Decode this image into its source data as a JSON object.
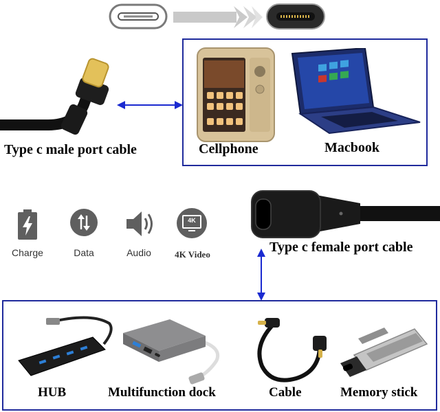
{
  "top_right_box": {
    "cellphone_label": "Cellphone",
    "macbook_label": "Macbook"
  },
  "male_cable": {
    "label": "Type c male port cable"
  },
  "female_cable": {
    "label": "Type c female port cable"
  },
  "features": [
    {
      "label": "Charge",
      "icon": "battery-charge-icon"
    },
    {
      "label": "Data",
      "icon": "data-transfer-icon"
    },
    {
      "label": "Audio",
      "icon": "speaker-icon"
    },
    {
      "label": "4K Video",
      "icon": "monitor-4k-icon",
      "badge": "4K"
    }
  ],
  "bottom_box": {
    "items": [
      {
        "label": "HUB"
      },
      {
        "label": "Multifunction dock"
      },
      {
        "label": "Cable"
      },
      {
        "label": "Memory stick"
      }
    ]
  },
  "colors": {
    "border_blue": "#1f2a9c",
    "arrow_blue": "#1a2ad0",
    "icon_gray": "#5f5f5f"
  }
}
